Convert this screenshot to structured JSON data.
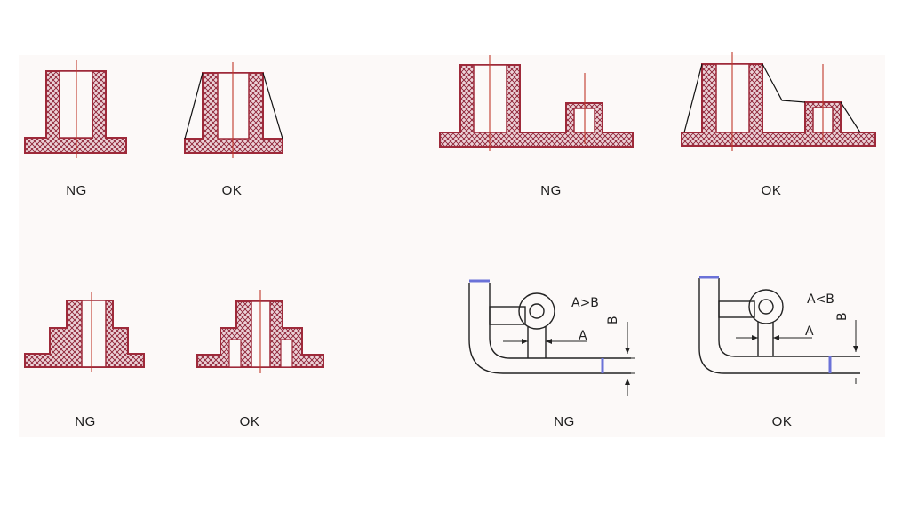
{
  "figures": [
    {
      "id": "boss-single",
      "caption": "NG"
    },
    {
      "id": "boss-single",
      "caption": "OK"
    },
    {
      "id": "boss-pair",
      "caption": "NG"
    },
    {
      "id": "boss-pair",
      "caption": "OK"
    },
    {
      "id": "boss-stepped",
      "caption": "NG"
    },
    {
      "id": "boss-stepped",
      "caption": "OK"
    },
    {
      "id": "hook-bend",
      "caption": "NG",
      "relation": "A>B",
      "dim_a": "A",
      "dim_b": "B"
    },
    {
      "id": "hook-bend",
      "caption": "OK",
      "relation": "A<B",
      "dim_a": "A",
      "dim_b": "B"
    }
  ],
  "colors": {
    "hatch_fill": "#e8c9cf",
    "hatch_lines": "#8b1f33",
    "centerline": "#c0392b",
    "outline": "#111111",
    "bend_marker": "#6b72d8"
  }
}
